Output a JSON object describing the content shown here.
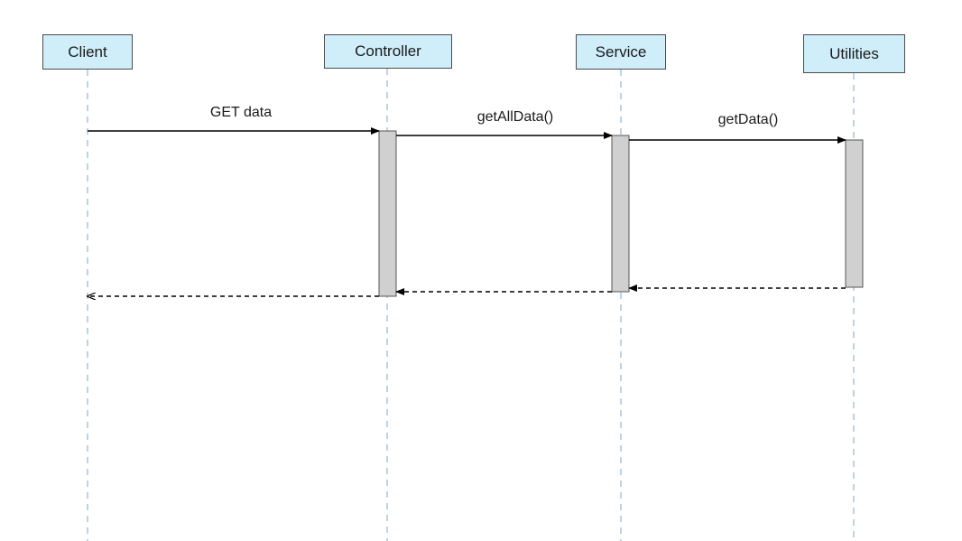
{
  "participants": [
    {
      "id": "client",
      "label": "Client"
    },
    {
      "id": "controller",
      "label": "Controller"
    },
    {
      "id": "service",
      "label": "Service"
    },
    {
      "id": "utilities",
      "label": "Utilities"
    }
  ],
  "messages": [
    {
      "label": "GET data",
      "from": "client",
      "to": "controller",
      "kind": "call"
    },
    {
      "label": "getAllData()",
      "from": "controller",
      "to": "service",
      "kind": "call"
    },
    {
      "label": "getData()",
      "from": "service",
      "to": "utilities",
      "kind": "call"
    },
    {
      "label": "",
      "from": "utilities",
      "to": "service",
      "kind": "return"
    },
    {
      "label": "",
      "from": "service",
      "to": "controller",
      "kind": "return"
    },
    {
      "label": "",
      "from": "controller",
      "to": "client",
      "kind": "return"
    }
  ],
  "colors": {
    "participant_fill": "#cfeef9",
    "lifeline": "#7fa6c9",
    "activation_fill": "#d0d0d0",
    "arrow": "#000000"
  }
}
